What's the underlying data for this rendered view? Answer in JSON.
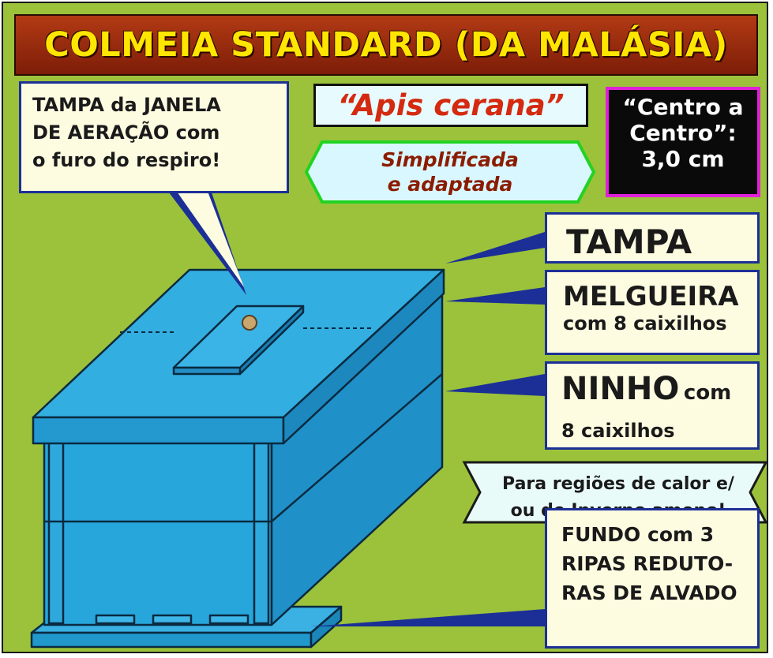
{
  "title": "COLMEIA STANDARD (DA MALÁSIA)",
  "callout_vent": {
    "line1": "TAMPA  da JANELA",
    "line2": "DE  AERAÇÃO  com",
    "line3": "o furo do respiro!"
  },
  "species_quote": "“Apis cerana”",
  "simplified": {
    "line1": "Simplificada",
    "line2": "e adaptada"
  },
  "center_box": {
    "line1": "“Centro a",
    "line2": "Centro”:",
    "line3": "3,0 cm"
  },
  "labels": {
    "tampa": "TAMPA",
    "melgueira": {
      "main": "MELGUEIRA",
      "sub": "com 8 caixilhos"
    },
    "ninho": {
      "main": "NINHO",
      "main_suffix": "com",
      "sub": "8 caixilhos"
    },
    "fundo": {
      "line1": "FUNDO com 3",
      "line2": "RIPAS REDUTO-",
      "line3": "RAS DE ALVADO"
    }
  },
  "climate_note": {
    "line1": "Para regiões de calor e/",
    "line2": "ou de Inverno ameno!"
  },
  "colors": {
    "background": "#9bc23a",
    "title_fill": "#9a2a0e",
    "title_text": "#ffe600",
    "hive_blue": "#27a6dc",
    "hive_outline": "#0a2a40",
    "leader_line": "#1c2f96",
    "label_fill": "#fdfbe0",
    "species_text": "#d42a10"
  }
}
